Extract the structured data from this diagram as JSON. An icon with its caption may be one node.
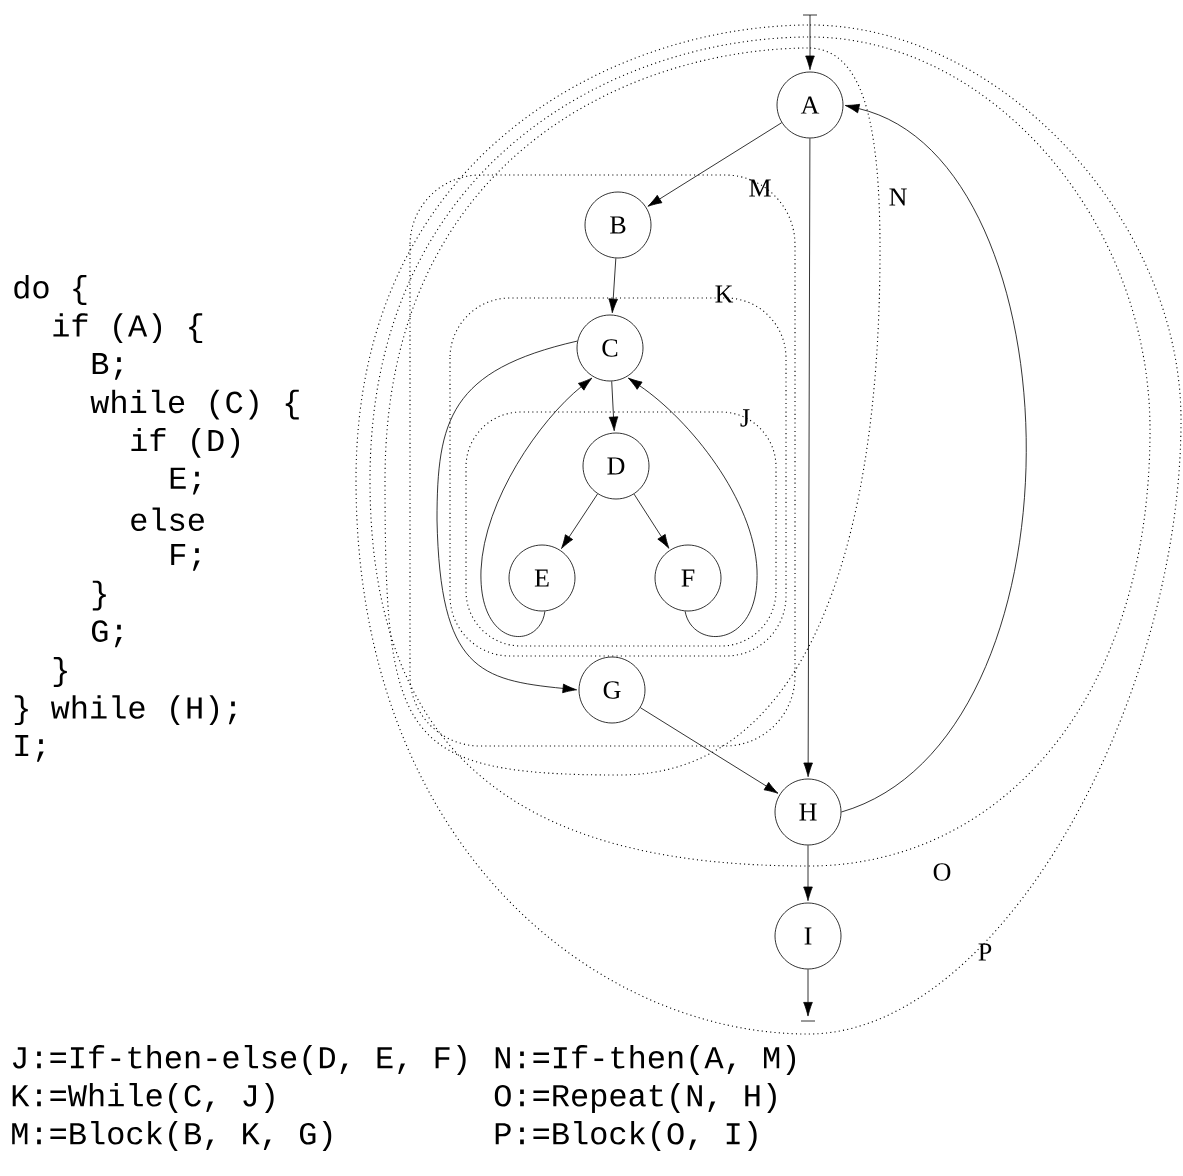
{
  "diagram": {
    "nodes": [
      {
        "text": [
          "P"
        ]
      },
      {
        "text": [
          "O"
        ],
        "in": 0
      },
      {
        "text": [
          "N"
        ],
        "in": 1
      },
      {
        "text": [
          "A"
        ],
        "in": 2
      },
      {
        "text": [
          "M"
        ],
        "in": 2
      },
      {
        "text": [
          "B"
        ],
        "in": 4
      },
      {
        "text": [
          "K"
        ],
        "in": 4
      },
      {
        "text": [
          "C"
        ],
        "in": 6
      },
      {
        "text": [
          "J"
        ],
        "in": 6
      },
      {
        "text": [
          "D"
        ],
        "in": 8
      },
      {
        "text": [
          "E"
        ],
        "in": 8
      },
      {
        "text": [
          "F"
        ],
        "in": 8
      },
      {
        "text": [
          "G"
        ],
        "in": 4
      },
      {
        "text": [
          "H"
        ],
        "in": 1
      },
      {
        "text": [
          "I"
        ],
        "in": 0
      }
    ],
    "edges": [
      {
        "from": null,
        "to": 3,
        "arrow": "to"
      },
      {
        "from": 3,
        "to": 5,
        "arrow": "to"
      },
      {
        "from": 3,
        "to": 13,
        "arrow": "to"
      },
      {
        "from": 5,
        "to": 7,
        "arrow": "to"
      },
      {
        "from": 7,
        "to": 9,
        "arrow": "to"
      },
      {
        "from": 9,
        "to": 10,
        "arrow": "to"
      },
      {
        "from": 9,
        "to": 11,
        "arrow": "to"
      },
      {
        "from": 10,
        "to": 7,
        "arrow": "to"
      },
      {
        "from": 11,
        "to": 7,
        "arrow": "to"
      },
      {
        "from": 7,
        "to": 12,
        "arrow": "to"
      },
      {
        "from": 12,
        "to": 13,
        "arrow": "to"
      },
      {
        "from": 13,
        "to": 3,
        "arrow": "to"
      },
      {
        "from": 13,
        "to": 14,
        "arrow": "to"
      },
      {
        "from": 14,
        "to": null,
        "arrow": "to"
      }
    ],
    "labels": [
      "do {",
      "if (A) {",
      "B;",
      "while (C) {",
      "if (D)",
      "E;",
      "else",
      "F;",
      "}",
      "G;",
      "}",
      "} while (H);",
      "I;",
      "J:=If-then-else(D, E, F)",
      "N:=If-then(A, M)",
      "K:=While(C, J)",
      "O:=Repeat(N, H)",
      "M:=Block(B, K, G)",
      "P:=Block(O, I)"
    ]
  }
}
